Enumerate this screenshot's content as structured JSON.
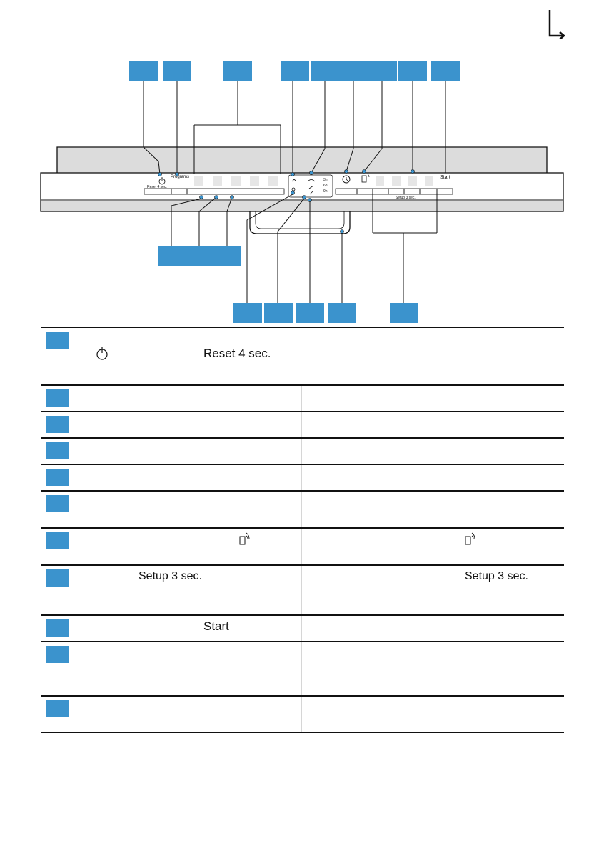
{
  "callouts": {
    "top": [
      "",
      "",
      "",
      "",
      "",
      "",
      "",
      "",
      ""
    ],
    "left_bottom": [
      "",
      "",
      ""
    ],
    "bottom": [
      "",
      "",
      "",
      "",
      ""
    ]
  },
  "panel": {
    "reset_label": "Reset 4 sec.",
    "programme_label": "Programs",
    "setup_label": "Setup 3 sec.",
    "start_label": "Start",
    "status_labels": [
      "3h",
      "6h",
      "9h"
    ],
    "accent_color": "#3b93cd"
  },
  "legend": {
    "rows": [
      {
        "text_a": "Reset 4 sec."
      },
      {},
      {},
      {},
      {},
      {},
      {},
      {
        "text_a": "Setup 3 sec.",
        "text_b": "Setup 3 sec."
      },
      {
        "text_a": "Start"
      },
      {},
      {}
    ],
    "icons": [
      "power-icon",
      "remote-start-icon"
    ]
  }
}
